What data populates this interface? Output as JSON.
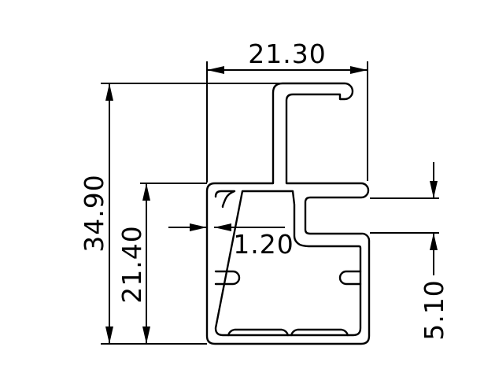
{
  "drawing": {
    "dimensions": {
      "top_width": "21.30",
      "total_height": "34.90",
      "body_height": "21.40",
      "wall_thickness": "1.20",
      "slot_opening": "5.10"
    },
    "colors": {
      "background": "#ffffff",
      "lines": "#000000"
    }
  }
}
